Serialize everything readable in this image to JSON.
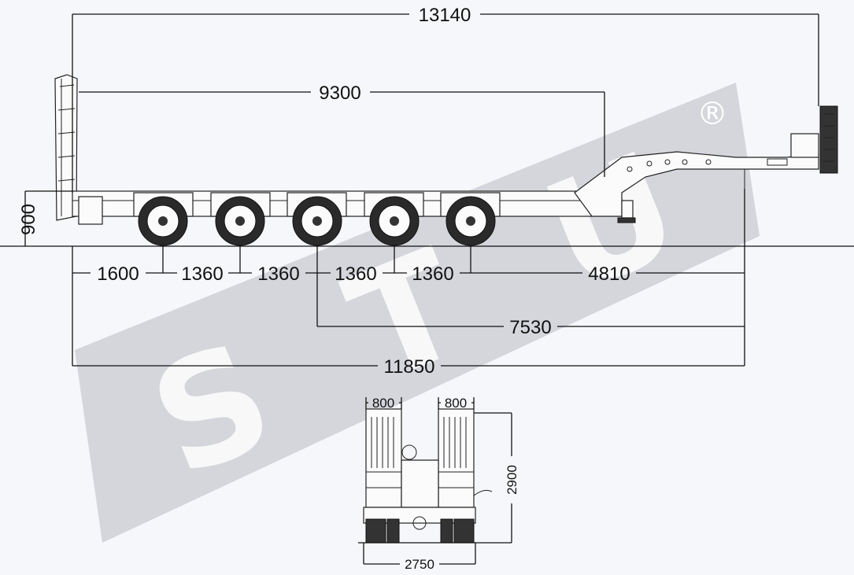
{
  "watermark": {
    "letters": [
      "S",
      "T",
      "U"
    ],
    "trademark": "®"
  },
  "side_view": {
    "dimensions": {
      "overall_length": "13140",
      "deck_length": "9300",
      "deck_height": "900",
      "axle_spacing": [
        "1600",
        "1360",
        "1360",
        "1360",
        "1360",
        "4810"
      ],
      "axle3_to_kingpin": "7530",
      "rear_to_kingpin": "11850"
    },
    "axle_count": 5
  },
  "rear_view": {
    "dimensions": {
      "ramp_width_left": "800",
      "ramp_width_right": "800",
      "ramp_height": "2900",
      "overall_width": "2750"
    }
  },
  "colors": {
    "background": "#f6f7fa",
    "watermark_band": "#d4d6dc",
    "line": "#111111"
  }
}
